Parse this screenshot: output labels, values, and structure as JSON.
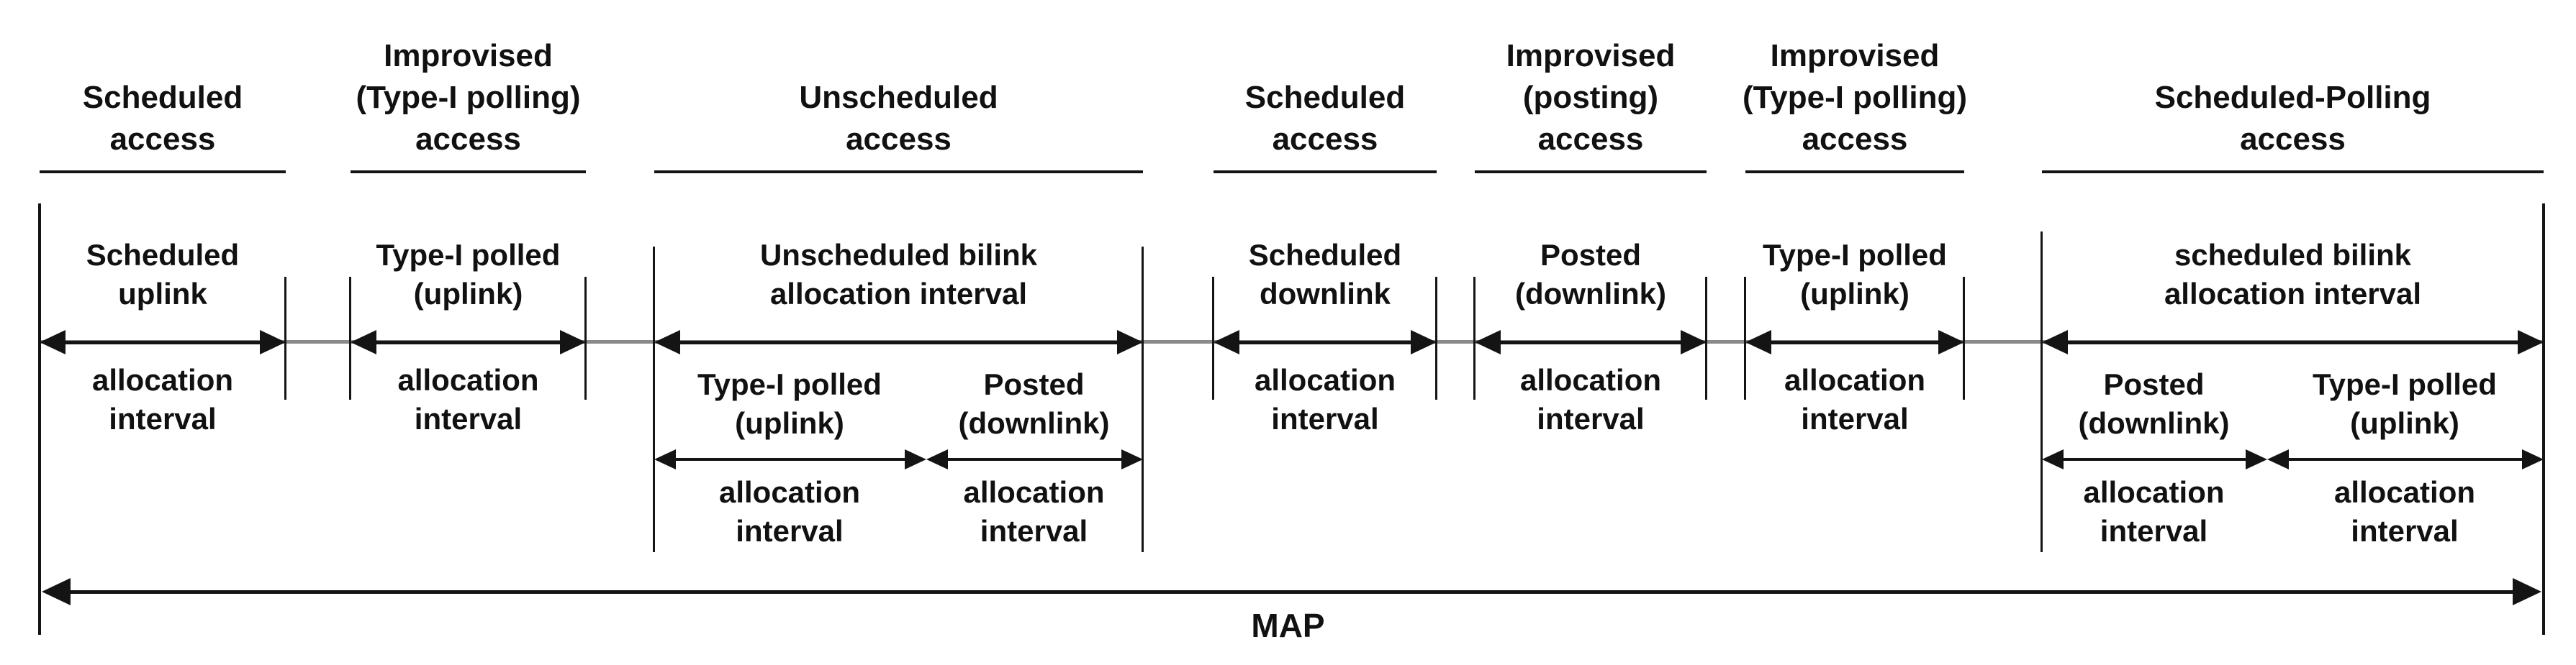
{
  "figure": {
    "map_label": "MAP",
    "colors": {
      "ink": "#141414",
      "connector_line": "#8a8a8a",
      "background": "#ffffff"
    }
  },
  "headers": [
    {
      "lines": [
        "Scheduled",
        "access"
      ]
    },
    {
      "lines": [
        "Improvised",
        "(Type-I polling)",
        "access"
      ]
    },
    {
      "lines": [
        "Unscheduled",
        "access"
      ]
    },
    {
      "lines": [
        "Scheduled",
        "access"
      ]
    },
    {
      "lines": [
        "Improvised",
        "(posting)",
        "access"
      ]
    },
    {
      "lines": [
        "Improvised",
        "(Type-I polling)",
        "access"
      ]
    },
    {
      "lines": [
        "Scheduled-Polling",
        "access"
      ]
    }
  ],
  "sections": [
    {
      "title": [
        "Scheduled",
        "uplink"
      ],
      "below": [
        "allocation",
        "interval"
      ]
    },
    {
      "title": [
        "Type-I polled",
        "(uplink)"
      ],
      "below": [
        "allocation",
        "interval"
      ]
    },
    {
      "title": [
        "Unscheduled bilink",
        "allocation interval"
      ],
      "subs": [
        {
          "title": [
            "Type-I polled",
            "(uplink)"
          ],
          "below": [
            "allocation",
            "interval"
          ]
        },
        {
          "title": [
            "Posted",
            "(downlink)"
          ],
          "below": [
            "allocation",
            "interval"
          ]
        }
      ]
    },
    {
      "title": [
        "Scheduled",
        "downlink"
      ],
      "below": [
        "allocation",
        "interval"
      ]
    },
    {
      "title": [
        "Posted",
        "(downlink)"
      ],
      "below": [
        "allocation",
        "interval"
      ]
    },
    {
      "title": [
        "Type-I polled",
        "(uplink)"
      ],
      "below": [
        "allocation",
        "interval"
      ]
    },
    {
      "title": [
        "scheduled bilink",
        "allocation interval"
      ],
      "subs": [
        {
          "title": [
            "Posted",
            "(downlink)"
          ],
          "below": [
            "allocation",
            "interval"
          ]
        },
        {
          "title": [
            "Type-I polled",
            "(uplink)"
          ],
          "below": [
            "allocation",
            "interval"
          ]
        }
      ]
    }
  ]
}
